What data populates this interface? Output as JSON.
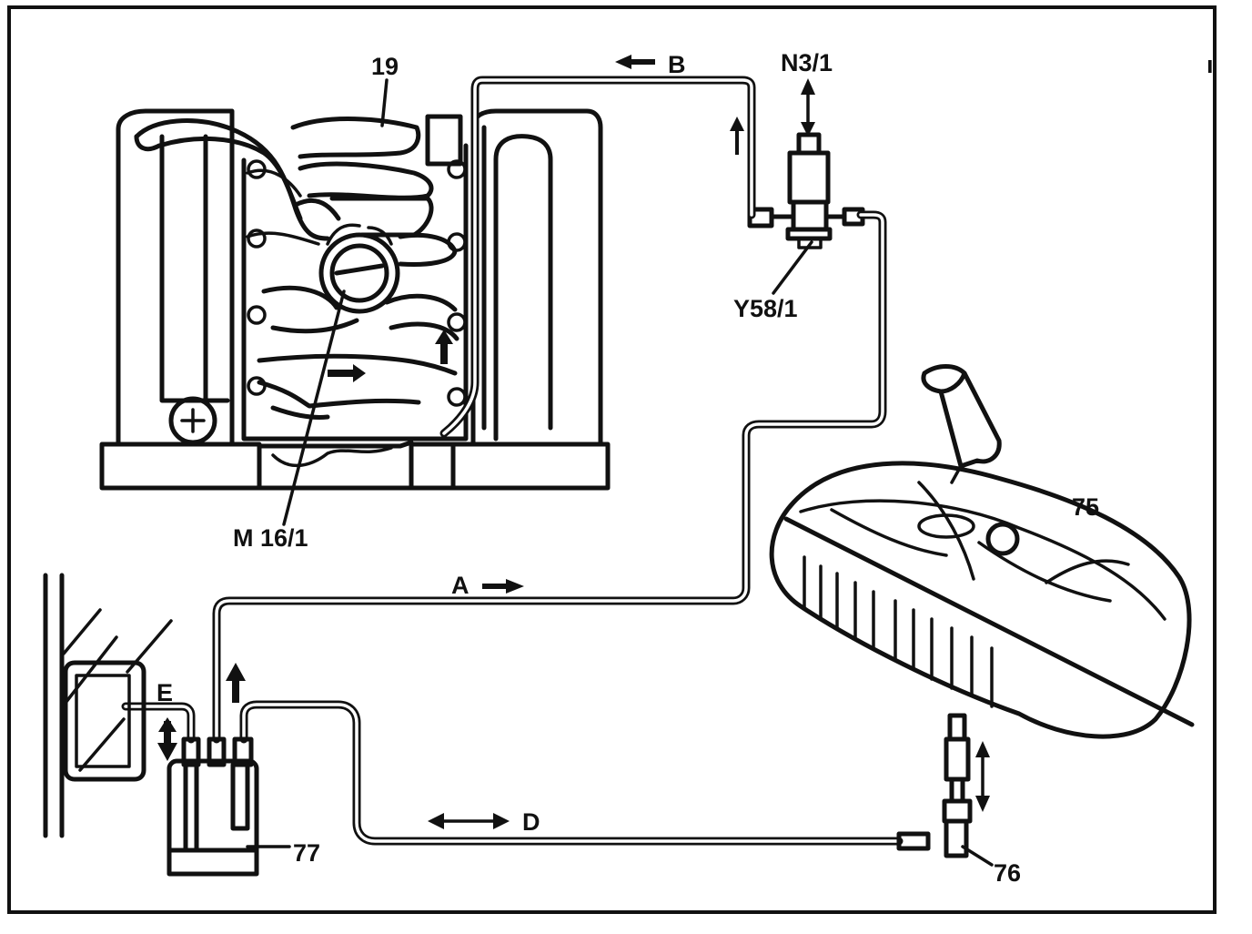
{
  "labels": {
    "manifold": "19",
    "purge_switch": "N3/1",
    "purge_valve": "Y58/1",
    "throttle_actuator": "M 16/1",
    "fuel_tank": "75",
    "vent_valve": "76",
    "canister": "77",
    "corner_mark": "ı"
  },
  "lines": {
    "a": "A",
    "b": "B",
    "d": "D",
    "e": "E"
  }
}
